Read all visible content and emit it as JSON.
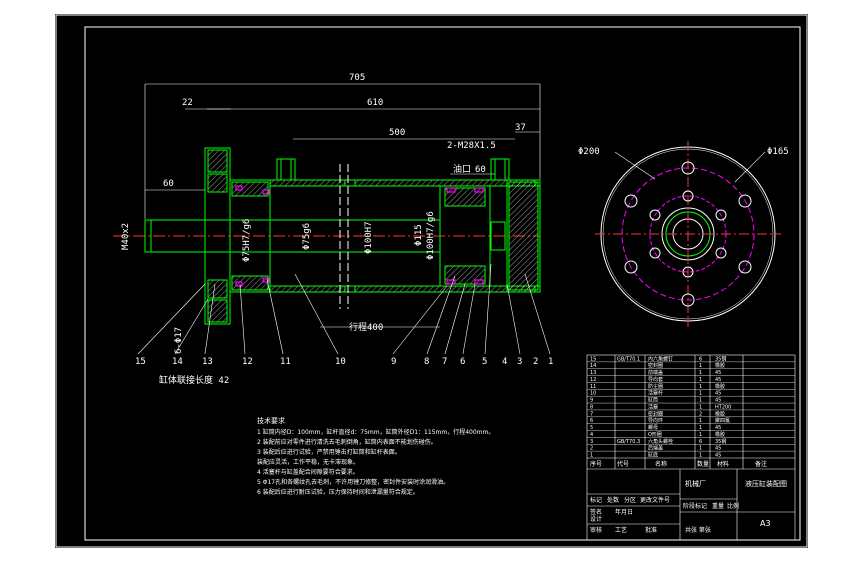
{
  "colors": {
    "background": "#000000",
    "frame": "#ffffff",
    "outline": "#00ff00",
    "centerline": "#ff3333",
    "section": "#ff00ff",
    "hatch": "#ffffff",
    "dimension": "#ffffff",
    "leader": "#ffffff"
  },
  "dimensions": {
    "total_length": "705",
    "body_length": "610",
    "flange": "22",
    "stroke_len": "500",
    "rear": "37",
    "rod_end": "60",
    "port_thread": "2-M28X1.5",
    "port_dist": "60",
    "port_label": "油口",
    "rod_thread": "M40x2",
    "rod_fit": "Φ75H7/g6",
    "rod_dia": "Φ75g6",
    "bore_fit": "Φ100H7",
    "barrel_od": "Φ115",
    "piston_fit": "Φ100H7/g6",
    "holes": "6-Φ17",
    "stroke_label": "行程400",
    "flange_od": "Φ200",
    "bolt_circle": "Φ165",
    "bottom_note": "缸体联接长度 42"
  },
  "balloons": [
    "15",
    "14",
    "13",
    "12",
    "11",
    "10",
    "9",
    "8",
    "7",
    "6",
    "5",
    "4",
    "3",
    "2",
    "1"
  ],
  "tech_notes": {
    "title": "技术要求",
    "lines": [
      "1 缸筒内径D：100mm，缸杆直径d：75mm，缸筒外径D1：115mm，行程400mm。",
      "2 装配前应对零件进行清洗去毛刺倒角，缸筒内表面不能划伤碰伤。",
      "3 装配后应进行试验，严禁用锤击打缸筒和缸杆表面。",
      "   装配应灵活，工作平稳，无卡滞现象。",
      "4 活塞杆与缸盖配合间隙要符合要求。",
      "5 Φ17孔和各螺纹孔去毛刺，不许用锉刀修整，密封件安装时涂润滑油。",
      "6 装配后应进行耐压试验，压力保持时间和泄漏量符合规定。"
    ]
  },
  "title_block": {
    "rows": [
      {
        "no": "15",
        "code": "GB/T70.1",
        "name": "内六角螺钉",
        "qty": "6",
        "mat": "35钢"
      },
      {
        "no": "14",
        "code": "",
        "name": "密封圈",
        "qty": "1",
        "mat": "橡胶"
      },
      {
        "no": "13",
        "code": "",
        "name": "前端盖",
        "qty": "1",
        "mat": "45"
      },
      {
        "no": "12",
        "code": "",
        "name": "导向套",
        "qty": "1",
        "mat": "45"
      },
      {
        "no": "11",
        "code": "",
        "name": "防尘圈",
        "qty": "1",
        "mat": "橡胶"
      },
      {
        "no": "10",
        "code": "",
        "name": "活塞杆",
        "qty": "1",
        "mat": "45"
      },
      {
        "no": "9",
        "code": "",
        "name": "缸筒",
        "qty": "1",
        "mat": "45"
      },
      {
        "no": "8",
        "code": "",
        "name": "活塞",
        "qty": "1",
        "mat": "HT200"
      },
      {
        "no": "7",
        "code": "",
        "name": "密封圈",
        "qty": "2",
        "mat": "橡胶"
      },
      {
        "no": "6",
        "code": "",
        "name": "导向环",
        "qty": "1",
        "mat": "聚四氟"
      },
      {
        "no": "5",
        "code": "",
        "name": "螺母",
        "qty": "1",
        "mat": "45"
      },
      {
        "no": "4",
        "code": "",
        "name": "O形圈",
        "qty": "1",
        "mat": "橡胶"
      },
      {
        "no": "3",
        "code": "GB/T70.3",
        "name": "六角头螺栓",
        "qty": "6",
        "mat": "35钢"
      },
      {
        "no": "2",
        "code": "",
        "name": "后端盖",
        "qty": "1",
        "mat": "45"
      },
      {
        "no": "1",
        "code": "",
        "name": "缸底",
        "qty": "1",
        "mat": "45"
      }
    ],
    "header_no": "序号",
    "header_code": "代号",
    "header_name": "名称",
    "header_qty": "数量",
    "header_mat": "材料",
    "header_note": "备注",
    "drawing_title": "液压缸装配图",
    "company": "机械厂",
    "labels": [
      "标记",
      "处数",
      "分区",
      "更改文件号",
      "签名",
      "年月日",
      "设计",
      "审核",
      "工艺",
      "批准"
    ],
    "stage": "阶段标记",
    "weight": "重量",
    "scale": "比例",
    "sheet": "共张 第张",
    "format": "A3"
  }
}
